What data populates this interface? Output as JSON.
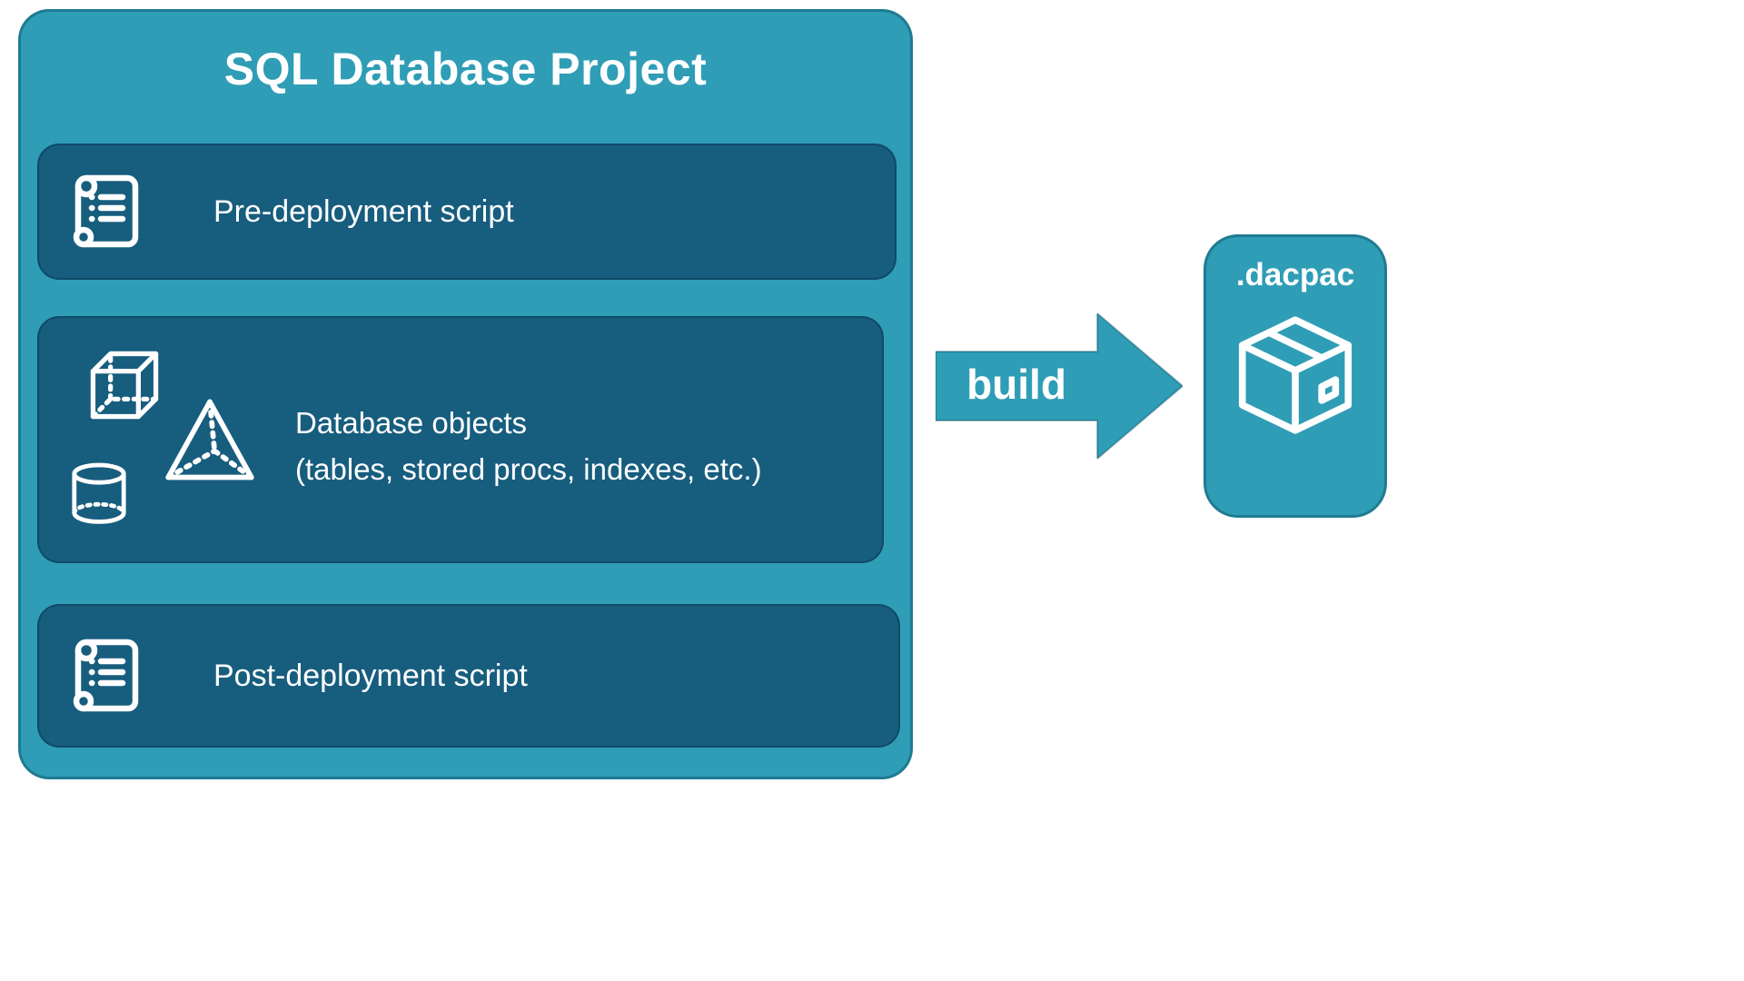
{
  "colors": {
    "teal": "#2F9DB6",
    "panel": "#175D7E",
    "white": "#FFFFFF"
  },
  "project": {
    "title": "SQL Database Project",
    "rows": [
      {
        "icon": "script-scroll-icon",
        "label": "Pre-deployment script"
      },
      {
        "icon": "cube-pyramid-cylinder-icons",
        "label": "Database objects",
        "sublabel": "(tables, stored procs, indexes, etc.)"
      },
      {
        "icon": "script-scroll-icon",
        "label": "Post-deployment script"
      }
    ]
  },
  "build_arrow": {
    "label": "build"
  },
  "output": {
    "icon": "package-icon",
    "label": ".dacpac"
  }
}
